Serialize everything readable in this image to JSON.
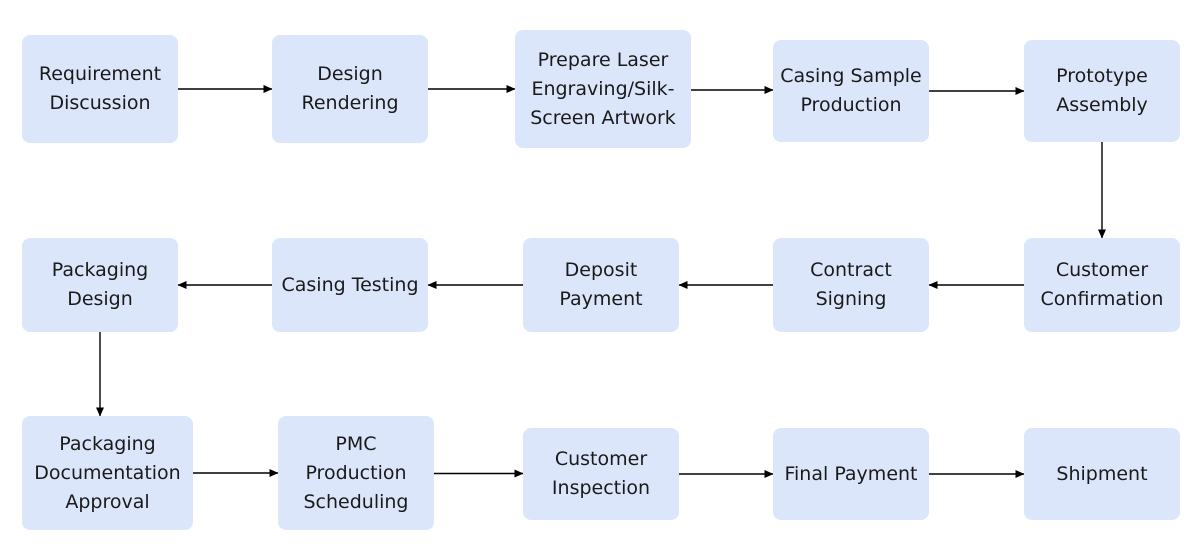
{
  "diagram": {
    "type": "process-flowchart",
    "colors": {
      "node_fill": "#dce6fb",
      "text": "#1a1a1a",
      "arrow": "#000000",
      "background": "#ffffff"
    },
    "nodes": [
      {
        "id": "requirement-discussion",
        "label": "Requirement\nDiscussion"
      },
      {
        "id": "design-rendering",
        "label": "Design\nRendering"
      },
      {
        "id": "prepare-artwork",
        "label": "Prepare Laser\nEngraving/Silk-\nScreen Artwork"
      },
      {
        "id": "casing-sample-production",
        "label": "Casing Sample\nProduction"
      },
      {
        "id": "prototype-assembly",
        "label": "Prototype\nAssembly"
      },
      {
        "id": "customer-confirmation",
        "label": "Customer\nConfirmation"
      },
      {
        "id": "contract-signing",
        "label": "Contract\nSigning"
      },
      {
        "id": "deposit-payment",
        "label": "Deposit\nPayment"
      },
      {
        "id": "casing-testing",
        "label": "Casing Testing"
      },
      {
        "id": "packaging-design",
        "label": "Packaging\nDesign"
      },
      {
        "id": "packaging-documentation-approval",
        "label": "Packaging\nDocumentation\nApproval"
      },
      {
        "id": "pmc-production-scheduling",
        "label": "PMC\nProduction\nScheduling"
      },
      {
        "id": "customer-inspection",
        "label": "Customer\nInspection"
      },
      {
        "id": "final-payment",
        "label": "Final Payment"
      },
      {
        "id": "shipment",
        "label": "Shipment"
      }
    ],
    "edges": [
      {
        "from": "requirement-discussion",
        "to": "design-rendering"
      },
      {
        "from": "design-rendering",
        "to": "prepare-artwork"
      },
      {
        "from": "prepare-artwork",
        "to": "casing-sample-production"
      },
      {
        "from": "casing-sample-production",
        "to": "prototype-assembly"
      },
      {
        "from": "prototype-assembly",
        "to": "customer-confirmation"
      },
      {
        "from": "customer-confirmation",
        "to": "contract-signing"
      },
      {
        "from": "contract-signing",
        "to": "deposit-payment"
      },
      {
        "from": "deposit-payment",
        "to": "casing-testing"
      },
      {
        "from": "casing-testing",
        "to": "packaging-design"
      },
      {
        "from": "packaging-design",
        "to": "packaging-documentation-approval"
      },
      {
        "from": "packaging-documentation-approval",
        "to": "pmc-production-scheduling"
      },
      {
        "from": "pmc-production-scheduling",
        "to": "customer-inspection"
      },
      {
        "from": "customer-inspection",
        "to": "final-payment"
      },
      {
        "from": "final-payment",
        "to": "shipment"
      }
    ]
  }
}
